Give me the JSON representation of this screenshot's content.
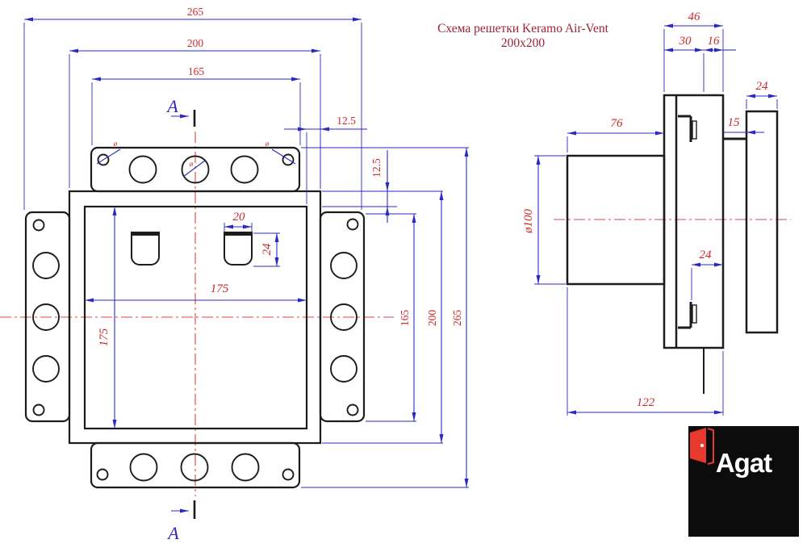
{
  "title": {
    "line1": "Схема решетки Keramo Air-Vent",
    "line2": "200x200"
  },
  "front_view": {
    "section_marker_top": "A",
    "section_marker_bottom": "A",
    "dim_overall_width": "265",
    "dim_frame_width": "200",
    "dim_flange_width": "165",
    "dim_border_offset_h": "12.5",
    "dim_border_offset_v": "12.5",
    "dim_flange_height": "165",
    "dim_frame_height": "200",
    "dim_overall_height": "265",
    "dim_opening_width": "175",
    "dim_opening_height": "175",
    "dim_clip_width": "20",
    "dim_clip_height": "24",
    "callout_hole_left": "ø",
    "callout_hole_center": "ø",
    "callout_hole_right": "ø"
  },
  "side_view": {
    "dim_depth_total": "46",
    "dim_depth_rear": "30",
    "dim_depth_front": "16",
    "dim_grille_thickness": "24",
    "dim_duct_length": "76",
    "dim_gap": "15",
    "dim_duct_diameter": "ø100",
    "dim_clip_offset": "24",
    "dim_overall_length": "122"
  },
  "logo": {
    "text": "Agat"
  },
  "colors": {
    "line_black": "#1c1c1c",
    "dimension_blue": "#2a2ac2",
    "dimension_red": "#cc2a2a",
    "centerline_red": "#e04545",
    "title_maroon": "#9c2433",
    "logo_background": "#0c0c0c",
    "logo_red": "#e8392e",
    "logo_text_white": "#ffffff"
  }
}
